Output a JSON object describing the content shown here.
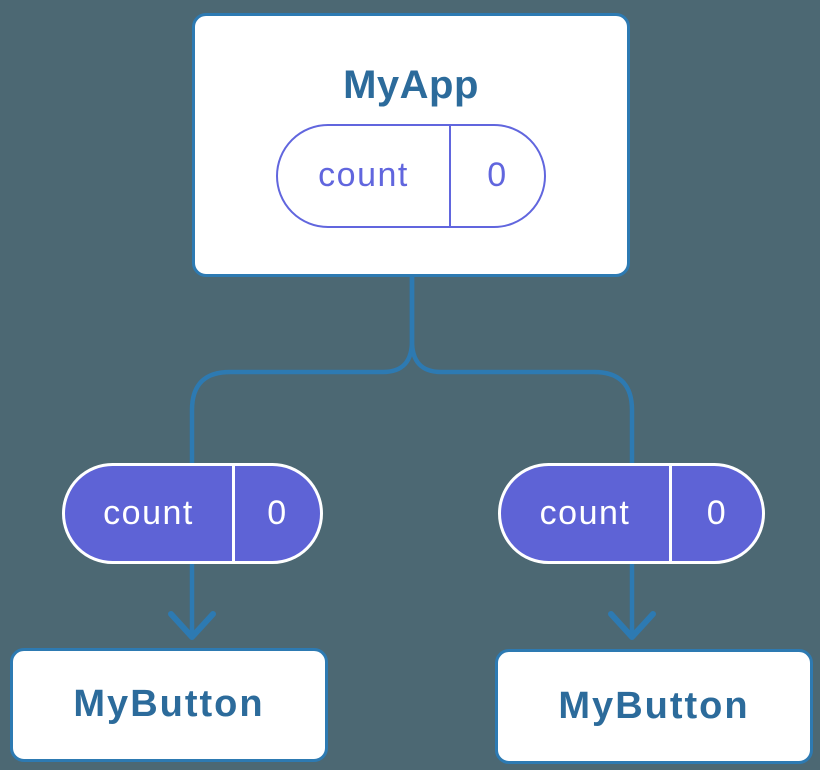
{
  "diagram": {
    "background_color": "#4C6873",
    "connector_color": "#2D7AB2",
    "node_border_color": "#2D7AB2",
    "node_text_color": "#2C6B9B",
    "state_accent_color": "#6166DE",
    "prop_fill_color": "#5E63D6",
    "prop_text_color": "#FFFFFF",
    "root": {
      "title": "MyApp",
      "state": {
        "name": "count",
        "value": "0"
      }
    },
    "children": [
      {
        "title": "MyButton",
        "prop": {
          "name": "count",
          "value": "0"
        }
      },
      {
        "title": "MyButton",
        "prop": {
          "name": "count",
          "value": "0"
        }
      }
    ]
  }
}
